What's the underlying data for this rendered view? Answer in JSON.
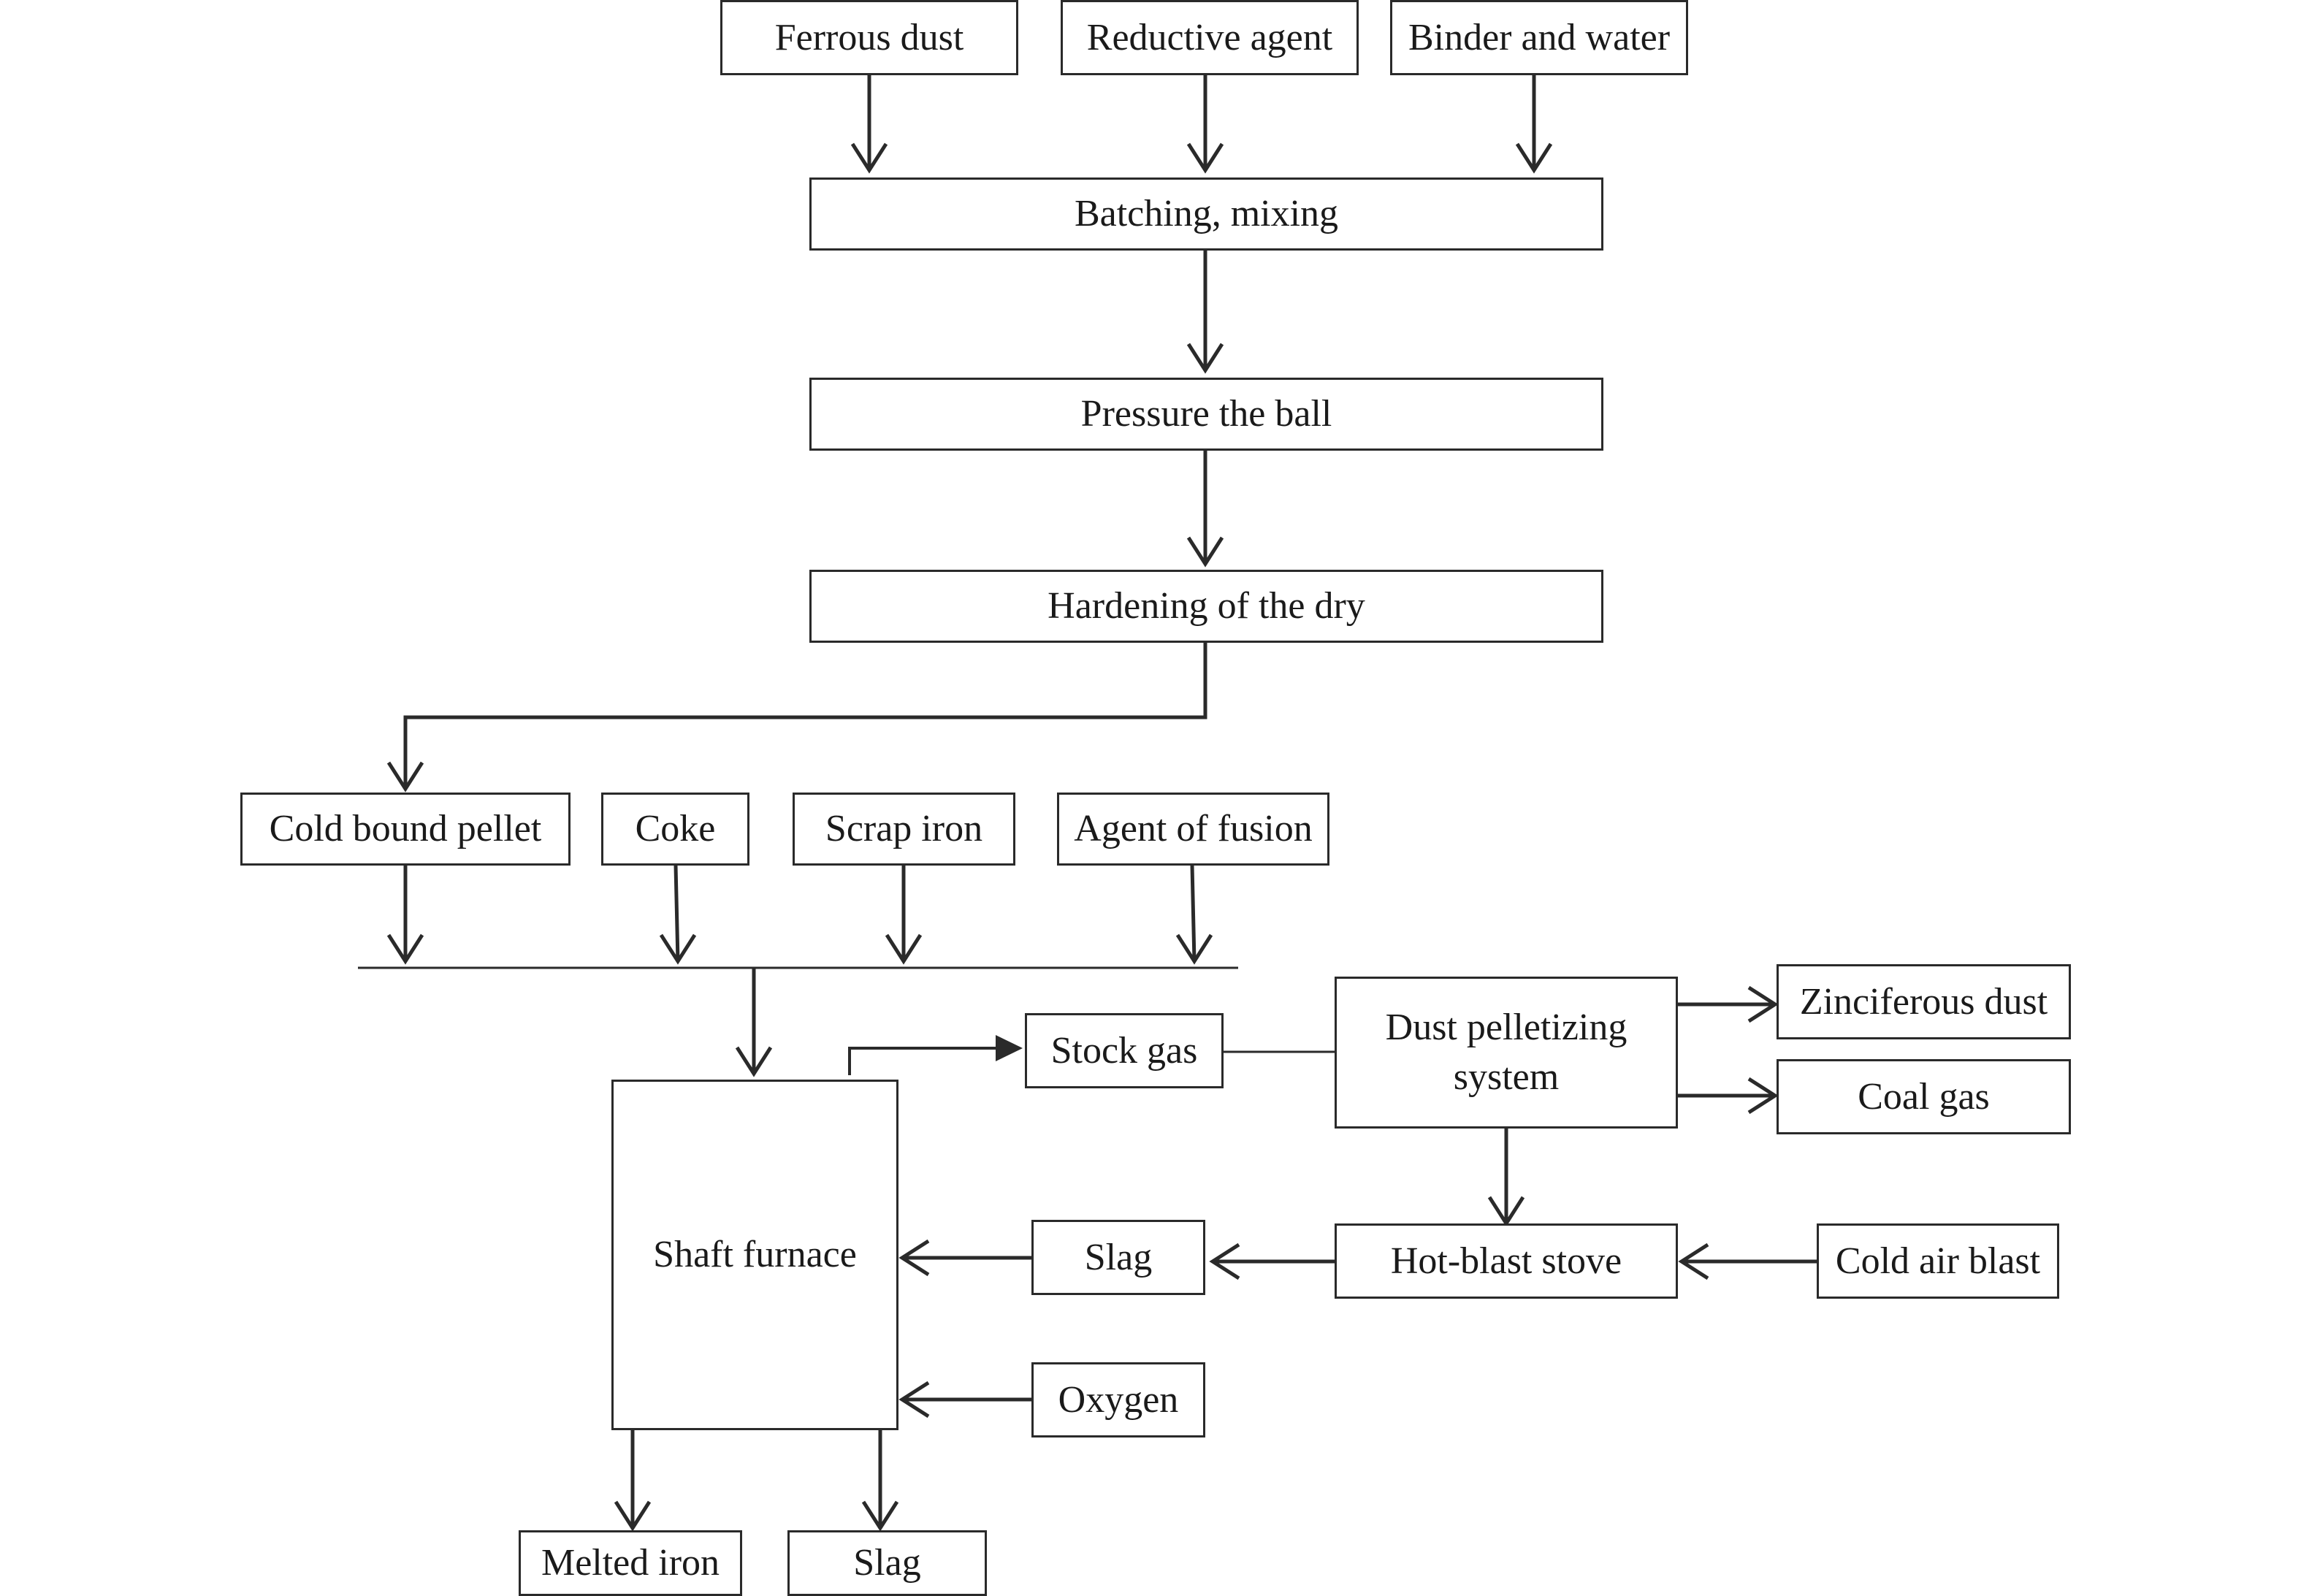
{
  "diagram": {
    "nodes": {
      "ferrous_dust": "Ferrous dust",
      "reductive_agent": "Reductive agent",
      "binder_water": "Binder and water",
      "batching": "Batching, mixing",
      "pressure": "Pressure the ball",
      "hardening": "Hardening of the dry",
      "cold_bound_pellet": "Cold bound pellet",
      "coke": "Coke",
      "scrap_iron": "Scrap iron",
      "agent_fusion": "Agent of fusion",
      "shaft_furnace": "Shaft furnace",
      "stock_gas": "Stock gas",
      "dust_pelletizing_line1": "Dust pelletizing",
      "dust_pelletizing_line2": "system",
      "zinciferous_dust": "Zinciferous dust",
      "coal_gas": "Coal gas",
      "slag_mid": "Slag",
      "hot_blast_stove": "Hot-blast stove",
      "cold_air_blast": "Cold air blast",
      "oxygen": "Oxygen",
      "melted_iron": "Melted iron",
      "slag_bottom": "Slag"
    },
    "edges": [
      {
        "from": "Ferrous dust",
        "to": "Batching, mixing"
      },
      {
        "from": "Reductive agent",
        "to": "Batching, mixing"
      },
      {
        "from": "Binder and water",
        "to": "Batching, mixing"
      },
      {
        "from": "Batching, mixing",
        "to": "Pressure the ball"
      },
      {
        "from": "Pressure the ball",
        "to": "Hardening of the dry"
      },
      {
        "from": "Hardening of the dry",
        "to": "Cold bound pellet"
      },
      {
        "from": "Cold bound pellet",
        "to": "collector"
      },
      {
        "from": "Coke",
        "to": "collector"
      },
      {
        "from": "Scrap iron",
        "to": "collector"
      },
      {
        "from": "Agent of fusion",
        "to": "collector"
      },
      {
        "from": "collector",
        "to": "Shaft furnace"
      },
      {
        "from": "Shaft furnace",
        "to": "Stock gas"
      },
      {
        "from": "Stock gas",
        "to": "Dust pelletizing system",
        "arrow": false
      },
      {
        "from": "Dust pelletizing system",
        "to": "Zinciferous dust"
      },
      {
        "from": "Dust pelletizing system",
        "to": "Coal gas"
      },
      {
        "from": "Dust pelletizing system",
        "to": "Hot-blast stove"
      },
      {
        "from": "Cold air blast",
        "to": "Hot-blast stove"
      },
      {
        "from": "Hot-blast stove",
        "to": "Slag"
      },
      {
        "from": "Slag",
        "to": "Shaft furnace"
      },
      {
        "from": "Oxygen",
        "to": "Shaft furnace"
      },
      {
        "from": "Shaft furnace",
        "to": "Melted iron"
      },
      {
        "from": "Shaft furnace",
        "to": "Slag"
      }
    ]
  },
  "colors": {
    "line": "#2a2a2a",
    "text": "#1a1a1a",
    "background": "#ffffff"
  }
}
